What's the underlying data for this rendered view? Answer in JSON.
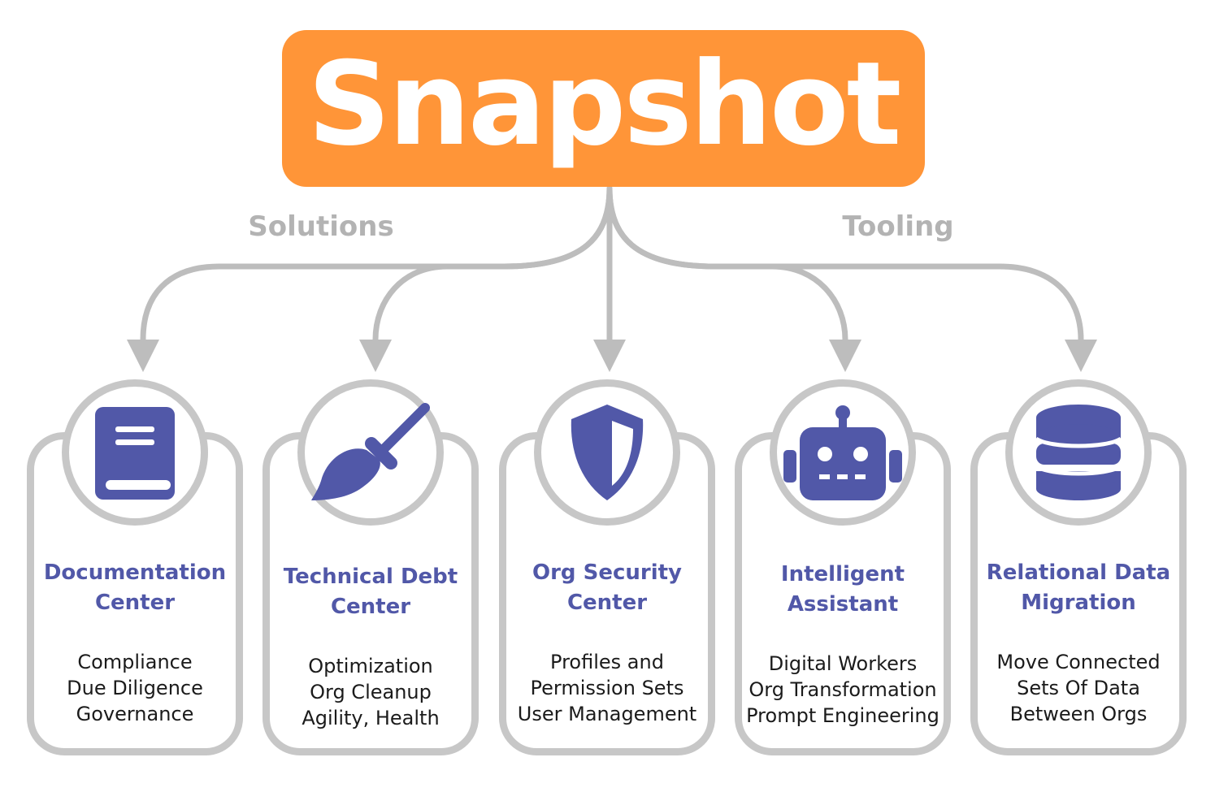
{
  "title": "Snapshot",
  "branch_labels": {
    "left": "Solutions",
    "right": "Tooling"
  },
  "colors": {
    "banner": "#ff9538",
    "accent": "#5158a8",
    "connector": "#bdbdbd",
    "card_border": "#c7c7c7",
    "branch_label": "#b3b3b3"
  },
  "cards": [
    {
      "icon": "book-icon",
      "title": "Documentation\nCenter",
      "description": "Compliance\nDue Diligence\nGovernance"
    },
    {
      "icon": "broom-icon",
      "title": "Technical Debt\nCenter",
      "description": "Optimization\nOrg Cleanup\nAgility, Health"
    },
    {
      "icon": "shield-icon",
      "title": "Org Security\nCenter",
      "description": "Profiles and\nPermission Sets\nUser Management"
    },
    {
      "icon": "robot-icon",
      "title": "Intelligent\nAssistant",
      "description": "Digital Workers\nOrg Transformation\nPrompt Engineering"
    },
    {
      "icon": "database-icon",
      "title": "Relational Data\nMigration",
      "description": "Move Connected\nSets Of Data\nBetween Orgs"
    }
  ]
}
